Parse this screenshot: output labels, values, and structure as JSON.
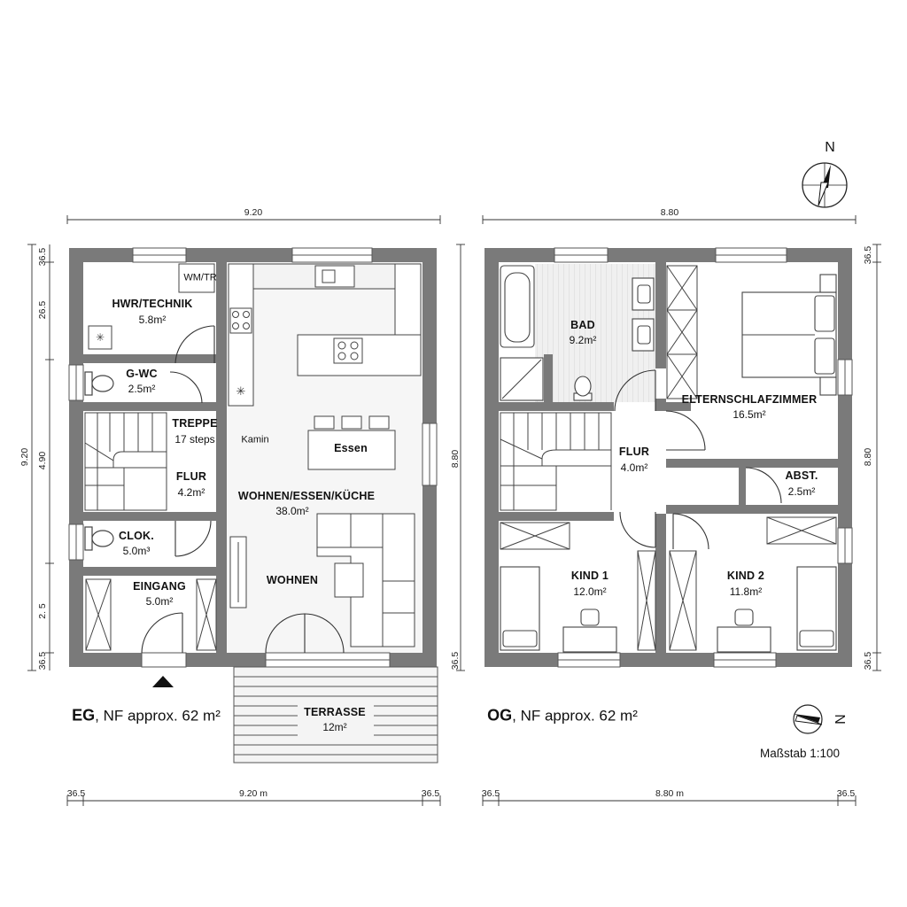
{
  "eg": {
    "heading_bold": "EG",
    "heading_rest": ", NF approx. 62 m²",
    "overall_width_top": "9.20",
    "overall_width_bottom": "9.20 m",
    "depth_left": "9.20",
    "depth_right": "8.80",
    "wall_thickness": "36.5",
    "segments": [
      "26.5",
      "4.90",
      "2. 5"
    ],
    "rooms": {
      "hwr": {
        "name": "HWR/TECHNIK",
        "area": "5.8m²"
      },
      "gwc": {
        "name": "G-WC",
        "area": "2.5m²"
      },
      "treppe": {
        "name": "TREPPE",
        "area": "17 steps"
      },
      "flur": {
        "name": "FLUR",
        "area": "4.2m²"
      },
      "clok": {
        "name": "CLOK.",
        "area": "5.0m³"
      },
      "eingang": {
        "name": "EINGANG",
        "area": "5.0m²"
      },
      "wek": {
        "name": "WOHNEN/ESSEN/KÜCHE",
        "area": "38.0m²"
      },
      "wohnen": {
        "name": "WOHNEN"
      },
      "essen": {
        "name": "Essen"
      },
      "terrasse": {
        "name": "TERRASSE",
        "area": "12m²"
      }
    },
    "tags": {
      "wmtr": "WM/TR",
      "kamin": "Kamin"
    }
  },
  "og": {
    "heading_bold": "OG",
    "heading_rest": ", NF approx. 62 m²",
    "overall_width_top": "8.80",
    "overall_width_bottom": "8.80 m",
    "depth_left": "8.80",
    "depth_right": "8.80",
    "wall_thickness": "36.5",
    "rooms": {
      "bad": {
        "name": "BAD",
        "area": "9.2m²"
      },
      "eltern": {
        "name": "ELTERNSCHLAFZIMMER",
        "area": "16.5m²"
      },
      "flur": {
        "name": "FLUR",
        "area": "4.0m²"
      },
      "abst": {
        "name": "ABST.",
        "area": "2.5m²"
      },
      "kind1": {
        "name": "KIND 1",
        "area": "12.0m²"
      },
      "kind2": {
        "name": "KIND 2",
        "area": "11.8m²"
      }
    }
  },
  "compass_letter": "N",
  "scale": "Maßstab 1:100"
}
